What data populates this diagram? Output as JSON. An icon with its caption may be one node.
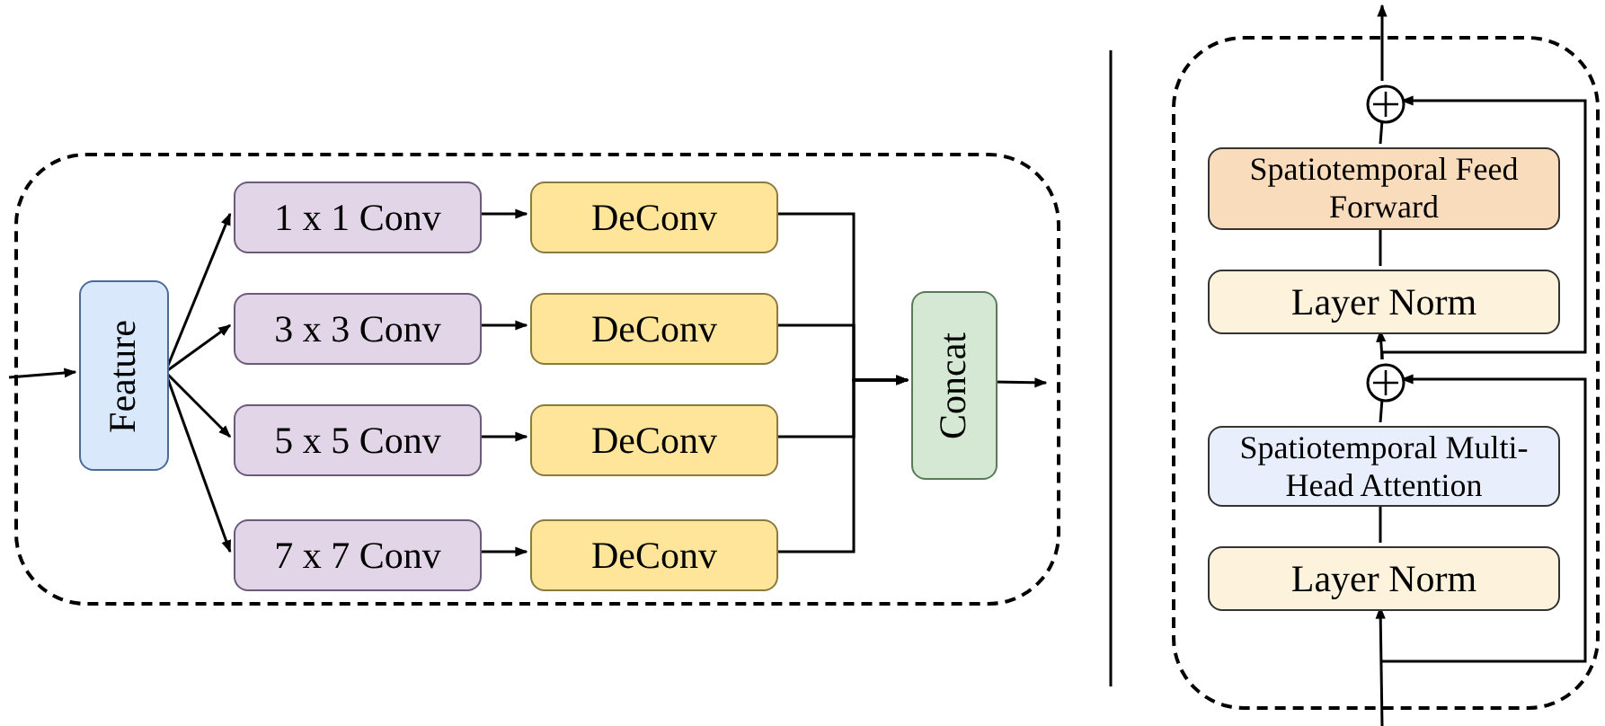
{
  "diagram": {
    "nodes": [
      {
        "text": [],
        "shape": "box"
      },
      {
        "text": [
          "Feature"
        ],
        "in": 0
      },
      {
        "text": [
          "1 x 1 Conv"
        ],
        "in": 0
      },
      {
        "text": [
          "3 x 3 Conv"
        ],
        "in": 0
      },
      {
        "text": [
          "5 x 5 Conv"
        ],
        "in": 0
      },
      {
        "text": [
          "7 x 7 Conv"
        ],
        "in": 0
      },
      {
        "text": [
          "DeConv"
        ],
        "in": 0
      },
      {
        "text": [
          "DeConv"
        ],
        "in": 0
      },
      {
        "text": [
          "DeConv"
        ],
        "in": 0
      },
      {
        "text": [
          "DeConv"
        ],
        "in": 0
      },
      {
        "text": [
          "Concat"
        ],
        "in": 0
      },
      {
        "text": [],
        "shape": "box"
      },
      {
        "text": [],
        "shape": "circle",
        "in": 11
      },
      {
        "text": [
          "Spatiotemporal Feed Forward"
        ],
        "in": 11
      },
      {
        "text": [
          "Layer Norm"
        ],
        "in": 11
      },
      {
        "text": [],
        "shape": "circle",
        "in": 11
      },
      {
        "text": [
          "Spatiotemporal Multi-Head Attention"
        ],
        "in": 11
      },
      {
        "text": [
          "Layer Norm"
        ],
        "in": 11
      }
    ],
    "edges": [
      {
        "from": null,
        "to": 1,
        "arrow": "to"
      },
      {
        "from": 1,
        "to": 2,
        "arrow": "to"
      },
      {
        "from": 1,
        "to": 3,
        "arrow": "to"
      },
      {
        "from": 1,
        "to": 4,
        "arrow": "to"
      },
      {
        "from": 1,
        "to": 5,
        "arrow": "to"
      },
      {
        "from": 2,
        "to": 6,
        "arrow": "to"
      },
      {
        "from": 3,
        "to": 7,
        "arrow": "to"
      },
      {
        "from": 4,
        "to": 8,
        "arrow": "to"
      },
      {
        "from": 5,
        "to": 9,
        "arrow": "to"
      },
      {
        "from": 6,
        "to": 10,
        "arrow": "to"
      },
      {
        "from": 7,
        "to": 10,
        "arrow": "to"
      },
      {
        "from": 8,
        "to": 10,
        "arrow": "to"
      },
      {
        "from": 9,
        "to": 10,
        "arrow": "to"
      },
      {
        "from": 10,
        "to": null,
        "arrow": "to"
      },
      {
        "from": 12,
        "to": null,
        "arrow": "to"
      },
      {
        "from": 13,
        "to": 12,
        "arrow": "none"
      },
      {
        "from": 14,
        "to": 13,
        "arrow": "none"
      },
      {
        "from": 15,
        "to": 14,
        "arrow": "to"
      },
      {
        "from": 16,
        "to": 15,
        "arrow": "none"
      },
      {
        "from": 17,
        "to": 16,
        "arrow": "none"
      },
      {
        "from": null,
        "to": 17,
        "arrow": "to"
      },
      {
        "from": 15,
        "to": 12,
        "arrow": "to"
      },
      {
        "from": null,
        "to": 15,
        "arrow": "to"
      }
    ]
  }
}
